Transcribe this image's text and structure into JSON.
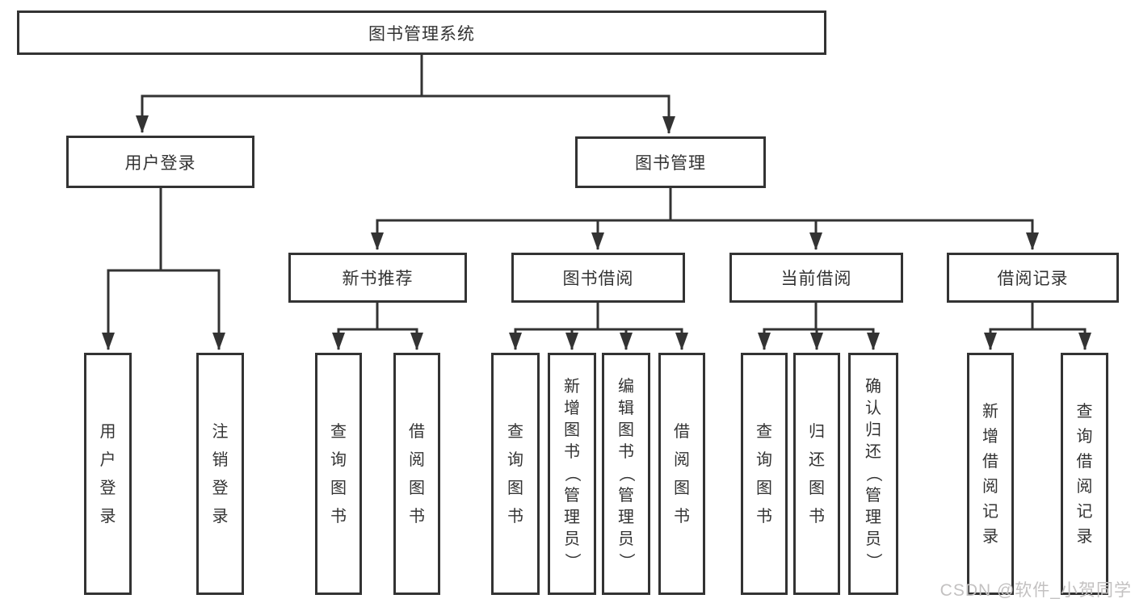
{
  "diagram": {
    "title": "图书管理系统",
    "colors": {
      "line": "#333333",
      "text": "#333333",
      "box_background": "#ffffff",
      "watermark": "#c3c1c1"
    },
    "root": {
      "label": "图书管理系统"
    },
    "level2": [
      {
        "label": "用户登录"
      },
      {
        "label": "图书管理"
      }
    ],
    "level3": [
      {
        "label": "新书推荐"
      },
      {
        "label": "图书借阅"
      },
      {
        "label": "当前借阅"
      },
      {
        "label": "借阅记录"
      }
    ],
    "leaves": {
      "user_login": [
        "用户登录",
        "注销登录"
      ],
      "new_book": [
        "查询图书",
        "借阅图书"
      ],
      "book_borrow": [
        "查询图书",
        "新增图书（管理员）",
        "编辑图书（管理员）",
        "借阅图书"
      ],
      "current_borrow": [
        "查询图书",
        "归还图书",
        "确认归还（管理员）"
      ],
      "borrow_records": [
        "新增借阅记录",
        "查询借阅记录"
      ]
    },
    "watermark": "CSDN @软件_小贺同学"
  }
}
